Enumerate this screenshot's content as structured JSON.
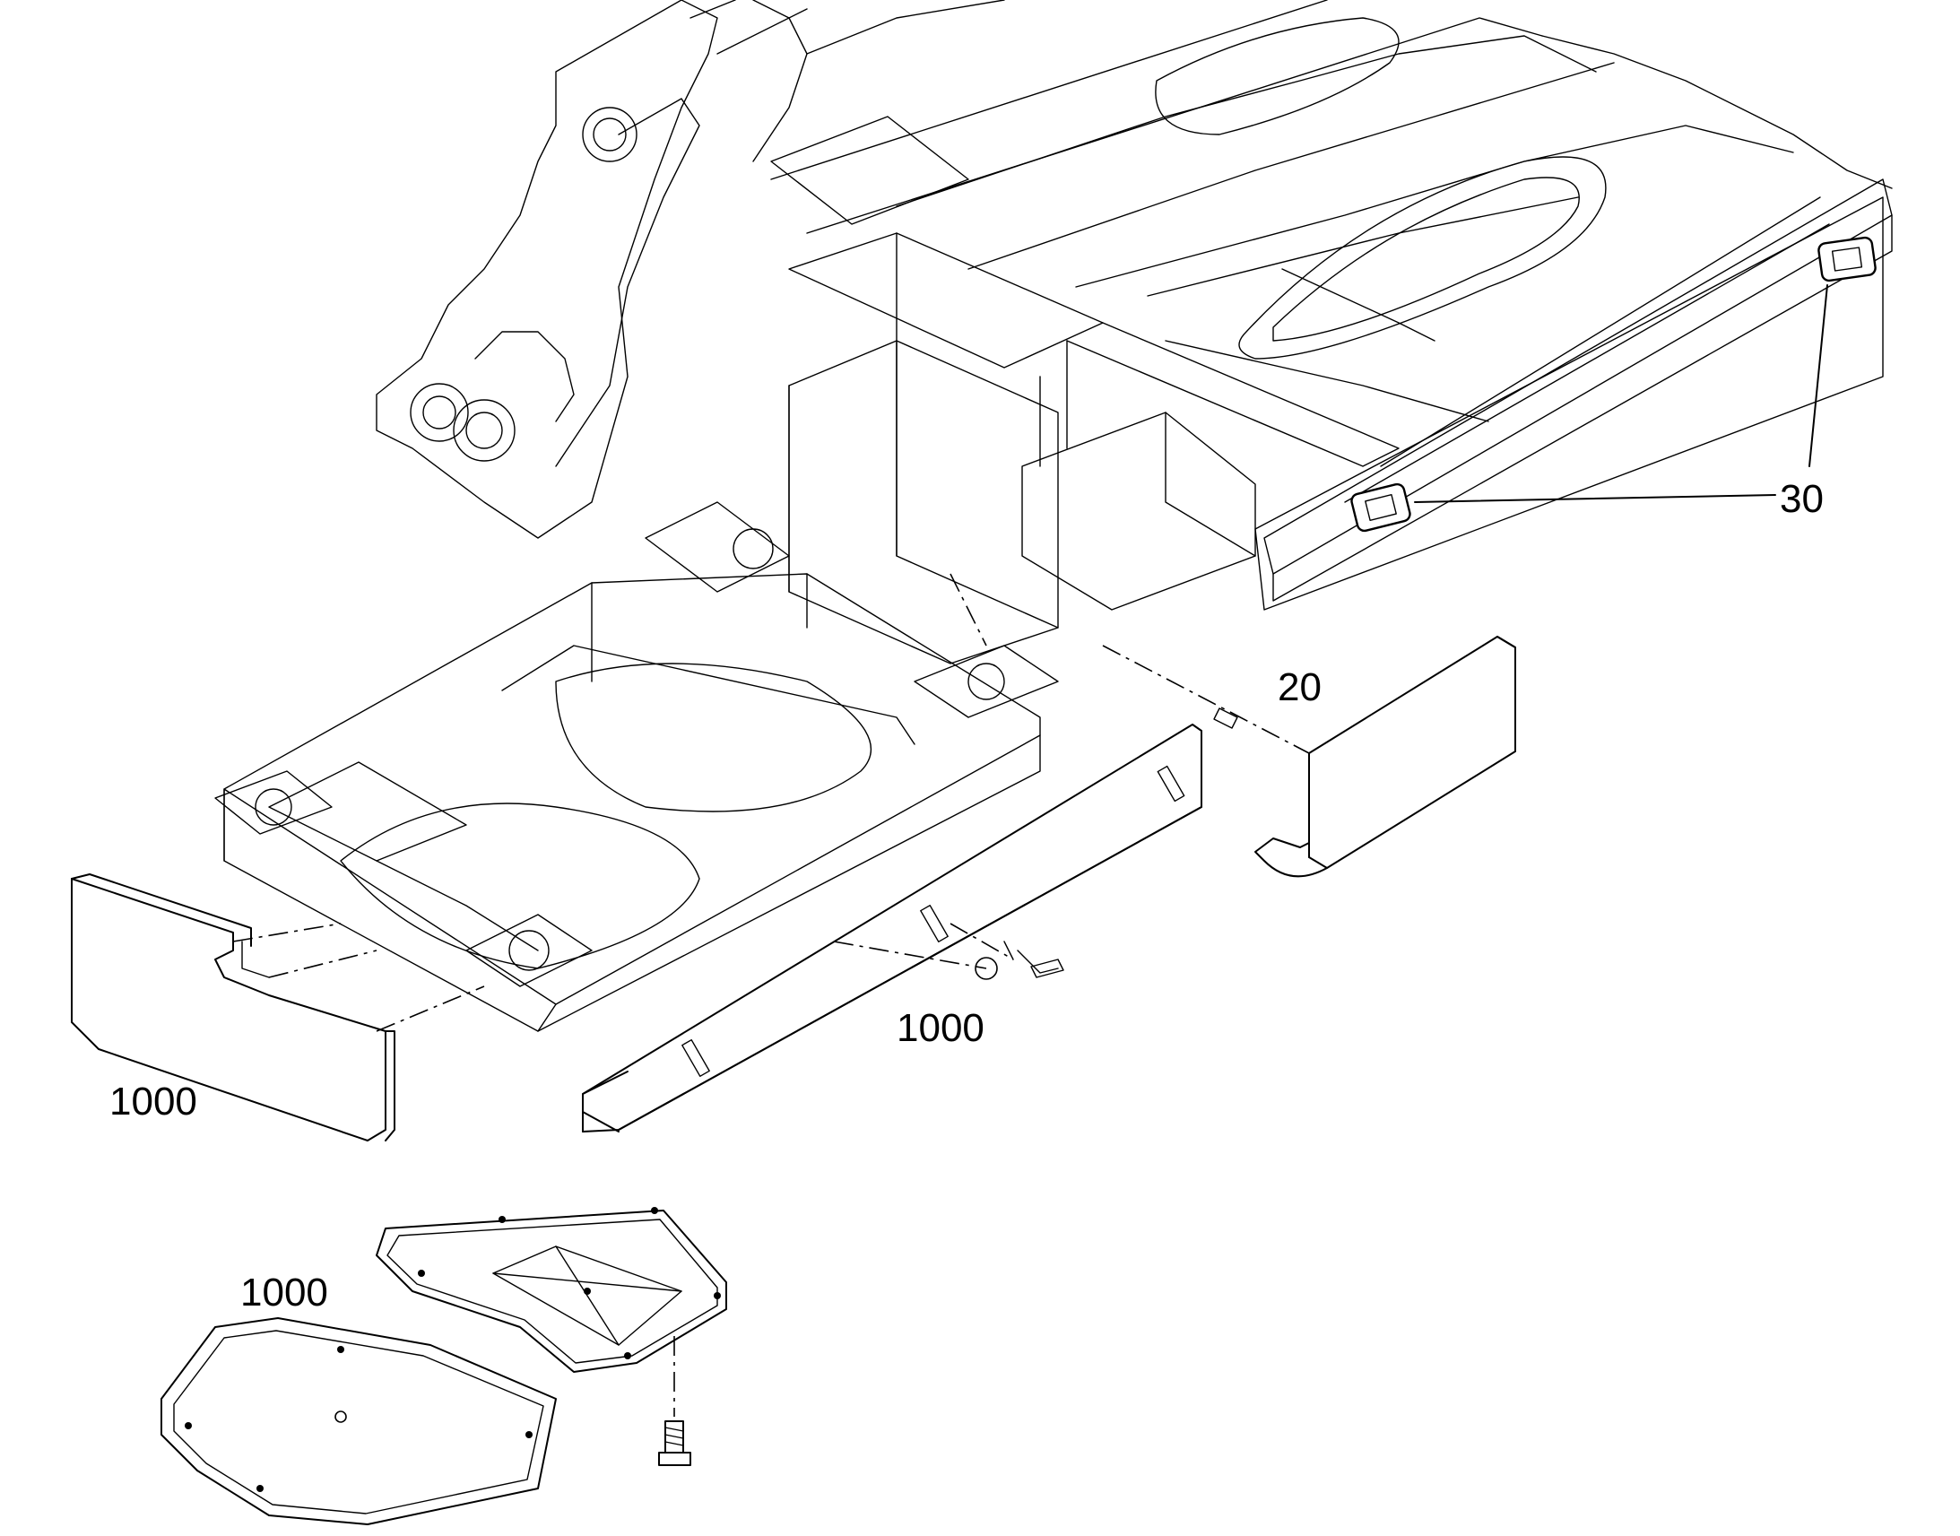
{
  "callouts": {
    "c30": "30",
    "c20": "20",
    "c1000_side_rail": "1000",
    "c1000_front_plate": "1000",
    "c1000_bottom_cover": "1000"
  },
  "colors": {
    "line": "#000000",
    "background": "#ffffff"
  }
}
